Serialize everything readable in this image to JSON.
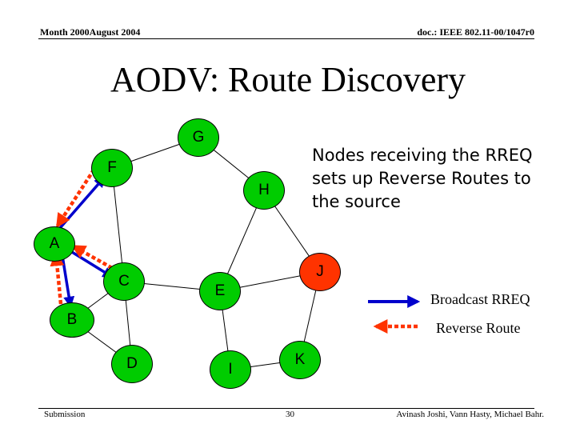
{
  "header": {
    "left": "Month 2000August 2004",
    "right": "doc.: IEEE 802.11-00/1047r0"
  },
  "title": "AODV: Route Discovery",
  "annotation": "Nodes receiving the RREQ sets up Reverse Routes to the source",
  "nodes": {
    "A": "A",
    "B": "B",
    "C": "C",
    "D": "D",
    "E": "E",
    "F": "F",
    "G": "G",
    "H": "H",
    "I": "I",
    "J": "J",
    "K": "K"
  },
  "colors": {
    "node_fill": "#00cc00",
    "destination_fill": "#ff3300",
    "rreq_arrow": "#0000cc",
    "reverse_arrow": "#ff3300",
    "link": "#000000"
  },
  "legend": {
    "broadcast": "Broadcast RREQ",
    "reverse": "Reverse Route"
  },
  "footer": {
    "left": "Submission",
    "page": "30",
    "right": "Avinash Joshi, Vann Hasty, Michael Bahr."
  }
}
